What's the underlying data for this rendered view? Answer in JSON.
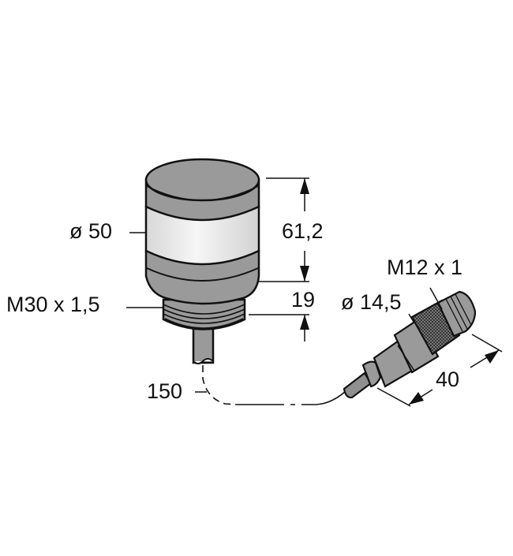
{
  "drawing": {
    "type": "dimensional drawing",
    "subject": "signal tower light with M30 thread and M12 connector cable",
    "colors": {
      "body_gray": "#9a9a9a",
      "lens_white": "#ececec",
      "outline": "#111111",
      "background": "#ffffff"
    },
    "dimensions": {
      "diameter_body": "ø 50",
      "height_body": "61,2",
      "thread_height": "19",
      "thread": "M30 x 1,5",
      "cable_length": "150",
      "connector_diameter": "ø 14,5",
      "connector_thread": "M12 x 1",
      "connector_length": "40"
    }
  }
}
